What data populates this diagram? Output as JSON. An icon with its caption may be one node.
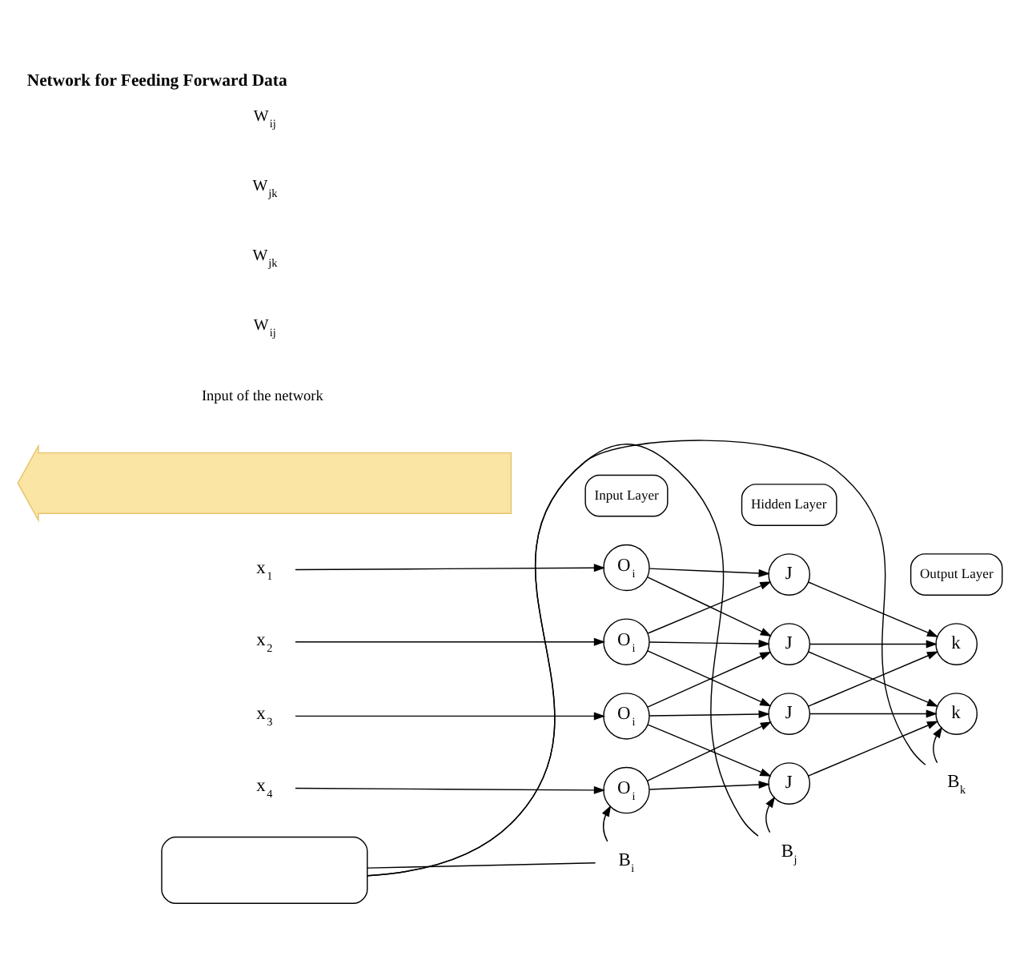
{
  "diagram": {
    "title": "Network for Feeding Forward Data",
    "nodes": [
      {
        "text": [
          "Input Layer"
        ]
      },
      {
        "text": [
          "Hidden Layer"
        ]
      },
      {
        "text": [
          "Output Layer"
        ]
      },
      {
        "text": [
          "x$_{1}$"
        ]
      },
      {
        "text": [
          "x$_{2}$"
        ]
      },
      {
        "text": [
          "x$_{3}$"
        ]
      },
      {
        "text": [
          "x$_{4}$"
        ]
      },
      {
        "text": [
          "O$_{i}$"
        ]
      },
      {
        "text": [
          "O$_{i}$"
        ]
      },
      {
        "text": [
          "O$_{i}$"
        ]
      },
      {
        "text": [
          "O$_{i}$"
        ]
      },
      {
        "text": [
          "J"
        ]
      },
      {
        "text": [
          "J"
        ]
      },
      {
        "text": [
          "J"
        ]
      },
      {
        "text": [
          "J"
        ]
      },
      {
        "text": [
          "k"
        ]
      },
      {
        "text": [
          "k"
        ]
      },
      {
        "text": [
          "B$_{i}$"
        ]
      },
      {
        "text": [
          "B$_{j}$"
        ]
      },
      {
        "text": [
          "B$_{k}$"
        ]
      },
      {
        "text": [],
        "shape": "box"
      },
      {
        "text": [],
        "shape": "arrow"
      }
    ],
    "edges": [
      {
        "from": 3,
        "to": 7,
        "arrow": "to"
      },
      {
        "from": 4,
        "to": 8,
        "arrow": "to"
      },
      {
        "from": 5,
        "to": 9,
        "arrow": "to"
      },
      {
        "from": 6,
        "to": 10,
        "arrow": "to"
      },
      {
        "from": 7,
        "to": 11,
        "arrow": "to"
      },
      {
        "from": 7,
        "to": 12,
        "arrow": "to"
      },
      {
        "from": 8,
        "to": 11,
        "arrow": "to"
      },
      {
        "from": 8,
        "to": 12,
        "arrow": "to"
      },
      {
        "from": 8,
        "to": 13,
        "arrow": "to"
      },
      {
        "from": 9,
        "to": 12,
        "arrow": "to"
      },
      {
        "from": 9,
        "to": 13,
        "arrow": "to"
      },
      {
        "from": 9,
        "to": 14,
        "arrow": "to"
      },
      {
        "from": 10,
        "to": 13,
        "arrow": "to"
      },
      {
        "from": 10,
        "to": 14,
        "arrow": "to"
      },
      {
        "from": 11,
        "to": 15,
        "arrow": "to"
      },
      {
        "from": 12,
        "to": 15,
        "arrow": "to"
      },
      {
        "from": 12,
        "to": 16,
        "arrow": "to"
      },
      {
        "from": 13,
        "to": 15,
        "arrow": "to"
      },
      {
        "from": 13,
        "to": 16,
        "arrow": "to"
      },
      {
        "from": 14,
        "to": 16,
        "arrow": "to"
      },
      {
        "from": 17,
        "to": 10,
        "arrow": "to"
      },
      {
        "from": 18,
        "to": 14,
        "arrow": "to"
      },
      {
        "from": 19,
        "to": 16,
        "arrow": "to"
      },
      {
        "from": 20,
        "to": 17,
        "arrow": "none"
      },
      {
        "from": 20,
        "to": 18,
        "arrow": "none"
      },
      {
        "from": 20,
        "to": 19,
        "arrow": "none"
      }
    ],
    "labels": [
      "Input of the network",
      "W$_{ij}$",
      "W$_{jk}$",
      "W$_{jk}$",
      "W$_{ij}$"
    ]
  }
}
